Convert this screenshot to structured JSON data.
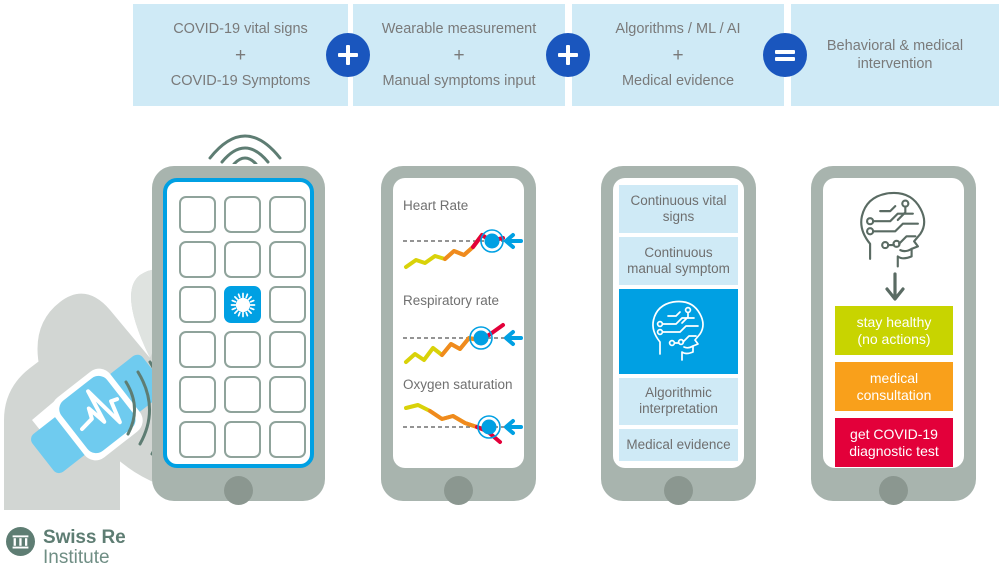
{
  "header": {
    "boxes": [
      {
        "line1": "COVID-19 vital signs",
        "operator": "+",
        "line2": "COVID-19 Symptoms"
      },
      {
        "line1": "Wearable measurement",
        "operator": "+",
        "line2": "Manual symptoms input"
      },
      {
        "line1": "Algorithms / ML / AI",
        "operator": "+",
        "line2": "Medical evidence"
      },
      {
        "line1": "Behavioral & medical",
        "operator": "",
        "line2": "intervention"
      }
    ],
    "operators": [
      {
        "symbol": "+",
        "name": "plus"
      },
      {
        "symbol": "+",
        "name": "plus"
      },
      {
        "symbol": "=",
        "name": "equals"
      }
    ]
  },
  "panels": {
    "wearable": {
      "app_icon_name": "coronavirus-app-icon",
      "watch_icon_name": "heartbeat-watch-icon",
      "wifi_icon_name": "wifi-signal-icon"
    },
    "vitals": {
      "charts": [
        {
          "label": "Heart Rate",
          "trend": "rising",
          "threshold_crossed": true
        },
        {
          "label": "Respiratory rate",
          "trend": "rising",
          "threshold_crossed": true
        },
        {
          "label": "Oxygen saturation",
          "trend": "falling",
          "threshold_crossed": true
        }
      ]
    },
    "inputs": {
      "items": [
        {
          "label": "Continuous vital signs",
          "highlight": false
        },
        {
          "label": "Continuous manual symptom",
          "highlight": false
        },
        {
          "label": "",
          "highlight": true,
          "icon": "ai-head-icon"
        },
        {
          "label": "Algorithmic interpretation",
          "highlight": false
        },
        {
          "label": "Medical evidence",
          "highlight": false
        }
      ]
    },
    "outcomes": {
      "icon": "ai-head-icon",
      "arrow_icon": "down-arrow-icon",
      "actions": [
        {
          "label": "stay healthy\n(no actions)",
          "line1": "stay healthy",
          "line2": "(no actions)",
          "color": "#c8d400"
        },
        {
          "label": "medical consultation",
          "line1": "medical",
          "line2": "consultation",
          "color": "#f9a01b"
        },
        {
          "label": "get COVID-19 diagnostic test",
          "line1": "get COVID-19",
          "line2": "diagnostic test",
          "color": "#e3003a"
        }
      ]
    }
  },
  "logo": {
    "name": "Swiss Re",
    "subtitle": "Institute",
    "icon_name": "swiss-re-temple-icon"
  },
  "colors": {
    "header_box_bg": "#cfeaf6",
    "operator_circle": "#1a56be",
    "accent_blue": "#00a0e3",
    "phone_body": "#a8b4ae",
    "text_gray": "#6f6f6f",
    "logo_green": "#5e7d73",
    "green_action": "#c8d400",
    "orange_action": "#f9a01b",
    "red_action": "#e3003a",
    "chart_yellow": "#d9d209",
    "chart_orange": "#f08a1e",
    "chart_red": "#e3003a"
  }
}
